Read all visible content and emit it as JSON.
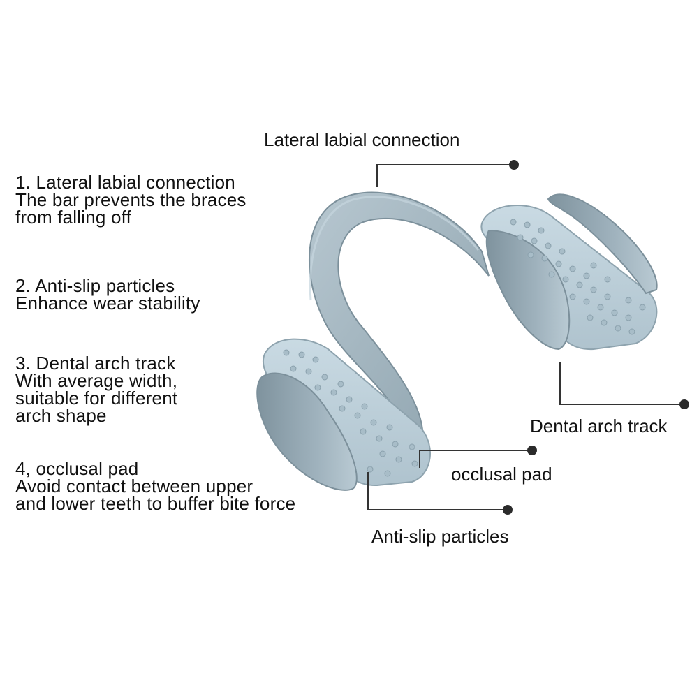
{
  "descriptions": [
    {
      "title": "1. Lateral labial connection",
      "lines": [
        "The bar prevents the braces",
        "from falling off"
      ]
    },
    {
      "title": "2. Anti-slip particles",
      "lines": [
        "Enhance wear stability"
      ]
    },
    {
      "title": "3. Dental arch track",
      "lines": [
        "With average width,",
        "suitable for different",
        "arch shape"
      ]
    },
    {
      "title": "4, occlusal pad",
      "lines": [
        "Avoid contact between upper",
        "and lower teeth to buffer bite force"
      ]
    }
  ],
  "callouts": {
    "lateral_labial": "Lateral labial connection",
    "dental_arch": "Dental arch track",
    "occlusal_pad": "occlusal pad",
    "anti_slip": "Anti-slip particles"
  },
  "colors": {
    "guard_body": "#9fb2bd",
    "guard_shadow": "#7f939e",
    "guard_light": "#c6d6de",
    "pad_top": "#c3d5df",
    "leader_line": "#333333"
  }
}
